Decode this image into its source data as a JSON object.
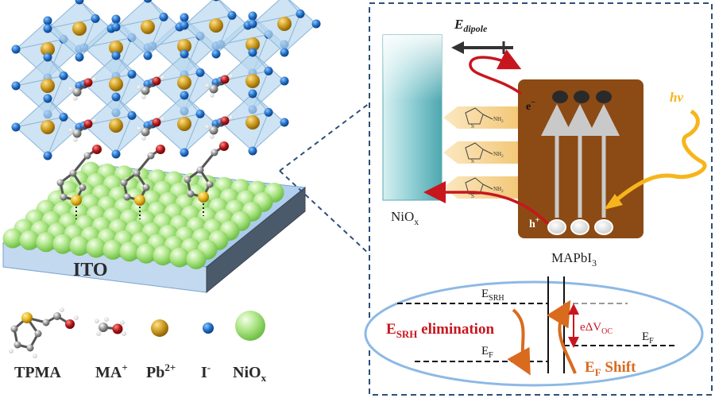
{
  "left_panel": {
    "substrate_label": "ITO"
  },
  "legend": [
    {
      "label": "TPMA",
      "icon": "tpma-molecule-icon"
    },
    {
      "label": "MA",
      "sup": "+",
      "icon": "ma-molecule-icon"
    },
    {
      "label": "Pb",
      "sup": "2+",
      "icon": "pb-sphere-icon"
    },
    {
      "label": "I",
      "sup": "-",
      "icon": "iodide-sphere-icon"
    },
    {
      "label": "NiO",
      "sub": "x",
      "icon": "niox-sphere-icon"
    }
  ],
  "right_panel": {
    "edipole": {
      "main": "E",
      "sub": "dipole"
    },
    "niox": {
      "main": "NiO",
      "sub": "x"
    },
    "mapbi": {
      "main": "MAPbI",
      "sub": "3"
    },
    "hv": "hν",
    "electron": {
      "main": "e",
      "sup": "−"
    },
    "hole": {
      "main": "h",
      "sup": "+"
    },
    "molecule_tag": "NH",
    "molecule_tag_sub": "2",
    "molecule_s": "S"
  },
  "energy_diagram": {
    "esrh_label": {
      "main": "E",
      "sub": "SRH"
    },
    "ef_left": {
      "main": "E",
      "sub": "F"
    },
    "ef_right": {
      "main": "E",
      "sub": "F"
    },
    "elimination": {
      "main": "E",
      "sub": "SRH",
      "rest": " elimination"
    },
    "voc": {
      "main": "eΔV",
      "sub": "OC"
    },
    "shift": {
      "main": "E",
      "sub": "F",
      "rest": " Shift"
    }
  },
  "colors": {
    "perovskite_blue": "#b9d7ee",
    "iodide_blue": "#1f6ec5",
    "lead_gold": "#c8961a",
    "niox_green": "#a4e07a",
    "mapbi_brown": "#8c4a14",
    "arrow_red": "#c8161e",
    "arrow_orange": "#d96b1f",
    "hv_yellow": "#f6b51c",
    "dashed_border": "#2e4f78"
  }
}
